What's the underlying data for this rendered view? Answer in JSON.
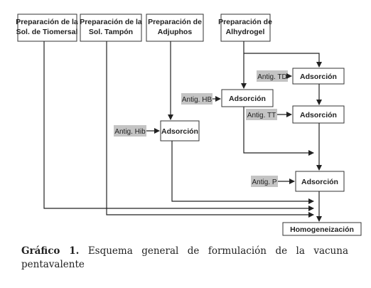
{
  "boxes": {
    "tiomersal": [
      "Preparación de la",
      "Sol. de Tiomersal"
    ],
    "tampon": [
      "Preparación de la",
      "Sol. Tampón"
    ],
    "adjuphos": [
      "Preparación de",
      "Adjuphos"
    ],
    "alhydrogel": [
      "Preparación de",
      "Alhydrogel"
    ],
    "ads_td": "Adsorción",
    "ads_hb": "Adsorción",
    "ads_tt": "Adsorción",
    "ads_hib": "Adsorción",
    "ads_p": "Adsorción",
    "homog": "Homogeneización"
  },
  "antigens": {
    "td": "Antig. TD",
    "hb": "Antig. HB",
    "tt": "Antig. TT",
    "hib": "Antig. Hib",
    "p": "Antig. P"
  },
  "caption": {
    "label": "Gráfico 1.",
    "text": " Esquema general de formulación de la vacuna pentavalente"
  }
}
